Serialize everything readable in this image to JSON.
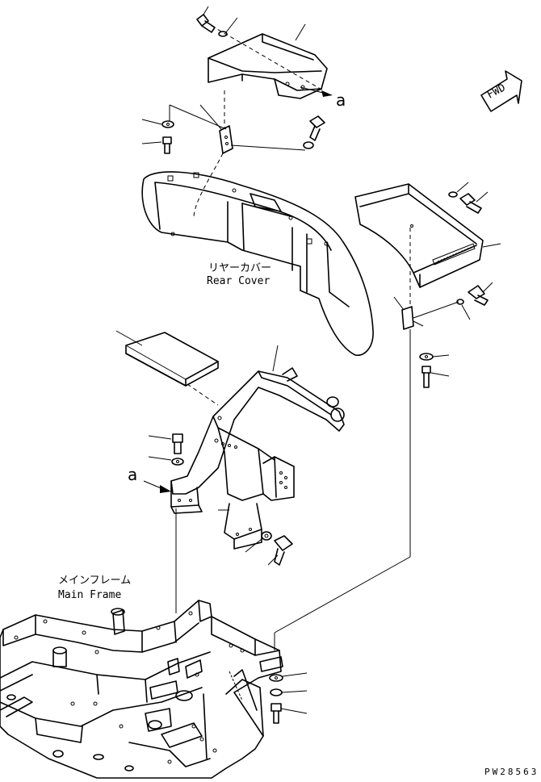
{
  "labels": {
    "rear_cover_jp": "リヤーカバー",
    "rear_cover_en": "Rear Cover",
    "main_frame_jp": "メインフレーム",
    "main_frame_en": "Main Frame",
    "ref_a_top": "a",
    "ref_a_left": "a",
    "fwd": "FWD",
    "drawing_code": "PW28563"
  },
  "icons": {
    "direction_arrow": "fwd-arrow-icon",
    "reference_arrow": "reference-arrow-icon"
  },
  "colors": {
    "line": "#000000",
    "background": "#ffffff"
  }
}
